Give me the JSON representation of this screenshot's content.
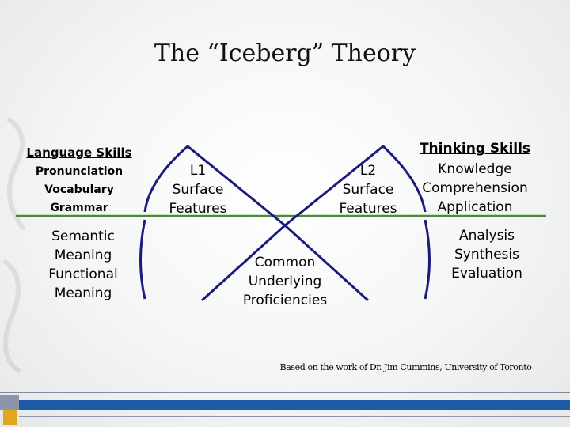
{
  "title": "The “Iceberg” Theory",
  "language_skills": {
    "heading": "Language Skills",
    "items": [
      "Pronunciation",
      "Vocabulary",
      "Grammar"
    ]
  },
  "semantic": {
    "items": [
      "Semantic",
      "Meaning",
      "Functional",
      "Meaning"
    ]
  },
  "l1": {
    "items": [
      "L1",
      "Surface",
      "Features"
    ]
  },
  "l2": {
    "items": [
      "L2",
      "Surface",
      "Features"
    ]
  },
  "thinking_skills": {
    "heading": "Thinking Skills",
    "items": [
      "Knowledge",
      "Comprehension",
      "Application"
    ],
    "lower_items": [
      "Analysis",
      "Synthesis",
      "Evaluation"
    ]
  },
  "cup": {
    "items": [
      "Common",
      "Underlying",
      "Proficiencies"
    ]
  },
  "credit": "Based on the work of Dr. Jim Cummins, University of Toronto",
  "colors": {
    "lines": "#1c1a7a",
    "waterline": "#4a8a3c",
    "accent_blue": "#1f5aa6",
    "accent_gold": "#e2a51f"
  }
}
